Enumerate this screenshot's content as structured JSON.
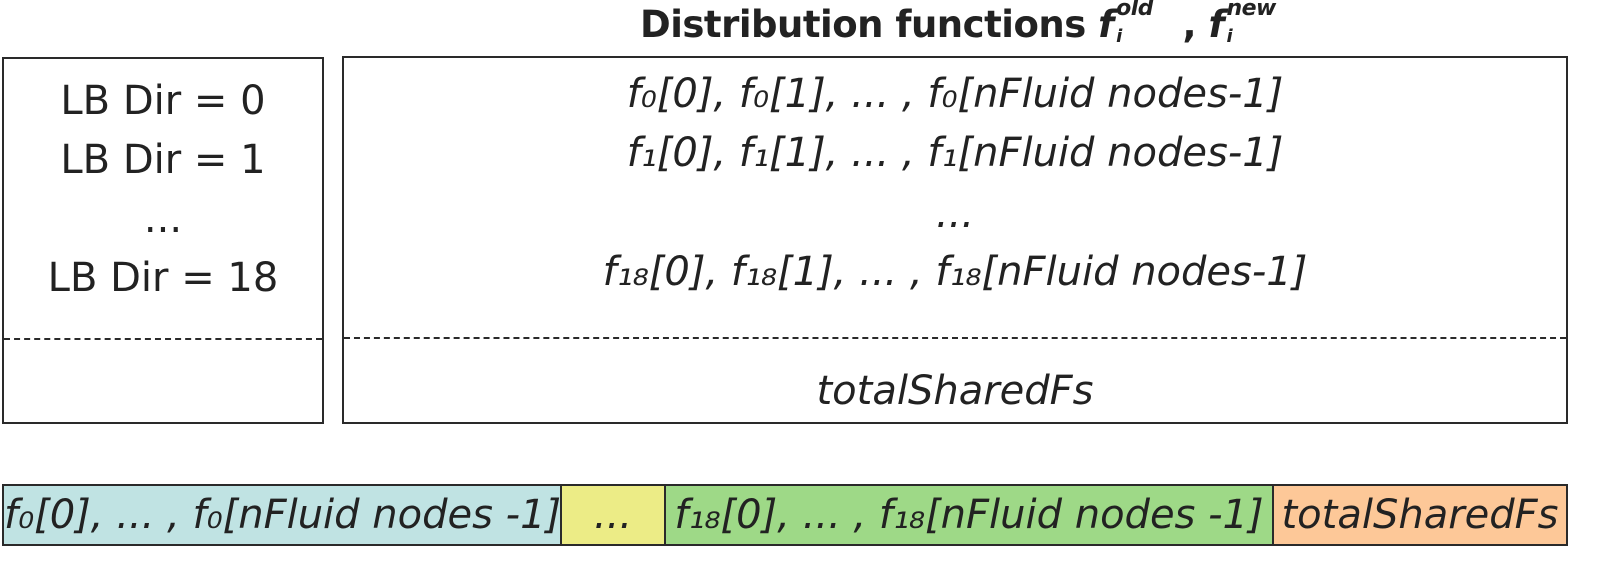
{
  "title": {
    "text": "Distribution functions",
    "f1_base": "f",
    "f1_sup": "old",
    "f1_sub": "i",
    "separator": " , ",
    "f2_base": "f",
    "f2_sup": "new",
    "f2_sub": "i"
  },
  "left_box": {
    "lines": [
      "LB Dir = 0",
      "LB Dir = 1",
      "...",
      "LB Dir = 18"
    ]
  },
  "right_box": {
    "lines": [
      "f₀[0], f₀[1], ... , f₀[nFluid nodes-1]",
      "f₁[0], f₁[1], ... , f₁[nFluid nodes-1]",
      "...",
      "f₁₈[0], f₁₈[1], ... , f₁₈[nFluid nodes-1]"
    ],
    "footer": "totalSharedFs"
  },
  "strip": {
    "segments": [
      {
        "label": "f₀[0], ... , f₀[nFluid nodes -1]",
        "color": "#c0e3e3"
      },
      {
        "label": "...",
        "color": "#ecec86"
      },
      {
        "label": "f₁₈[0], ... , f₁₈[nFluid nodes -1]",
        "color": "#9ed987"
      },
      {
        "label": "totalSharedFs",
        "color": "#fdc898"
      }
    ]
  }
}
